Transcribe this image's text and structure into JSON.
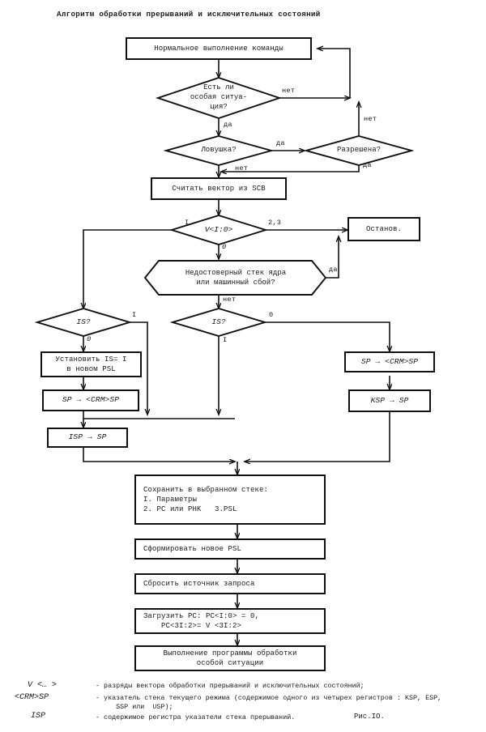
{
  "title": "Алгоритм обработки прерываний и исключительных состояний",
  "figure_caption": "Рис.IO.",
  "colors": {
    "ink": "#111111",
    "paper": "#ffffff"
  },
  "nodes": {
    "normal_exec": "Нормальное выполнение команды",
    "exception_check": "Есть ли\nособая ситуа-\nция?",
    "trap_check": "Ловушка?",
    "enabled_check": "Разрешена?",
    "read_vector": "Считать вектор из SCB",
    "vector_bits": "V<I:0>",
    "halt": "Останов.",
    "bad_stack": "Недостоверный стек ядра\nили машинный сбой?",
    "is_left": "IS?",
    "is_right": "IS?",
    "set_is": "Установить IS= I\nв новом PSL",
    "sp_crm_left": "SP → <CRM>SP",
    "isp_sp": "ISP → SP",
    "sp_crm_right": "SP → <CRM>SP",
    "ksp_sp": "KSP → SP",
    "save_stack": "Сохранить в выбранном стеке:\nI. Параметры\n2. PC или PHK   3.PSL",
    "form_psl": "Сформировать новое  PSL",
    "reset_source": "Сбросить источник запроса",
    "load_pc": "Загрузить PC: PC<I:0> = 0,\n    PC<3I:2>= V <3I:2>",
    "run_handler": "Выполнение программы обработки\nособой ситуации"
  },
  "edge_labels": {
    "exc_no": "нет",
    "exc_yes": "да",
    "trap_yes": "да",
    "trap_no": "нет",
    "enabled_no": "нет",
    "enabled_yes": "да",
    "vector_i": "I",
    "vector_23": "2,3",
    "vector_0": "0",
    "badstack_yes": "да",
    "badstack_no": "нет",
    "is_left_one": "I",
    "is_left_zero": "0",
    "is_right_zero": "0",
    "is_right_one": "I"
  },
  "legend": [
    {
      "symbol": "V <… >",
      "text": "- разряды вектора обработки прерываний и исключительных состояний;"
    },
    {
      "symbol": "<CRM>SP",
      "text": "- указатель стека текущего режима (содержимое одного из четырех регистров : KSP, ESP,\n     SSP или  USP);"
    },
    {
      "symbol": "ISP",
      "text": "- содержимое регистра указатели стека прерываний."
    }
  ]
}
